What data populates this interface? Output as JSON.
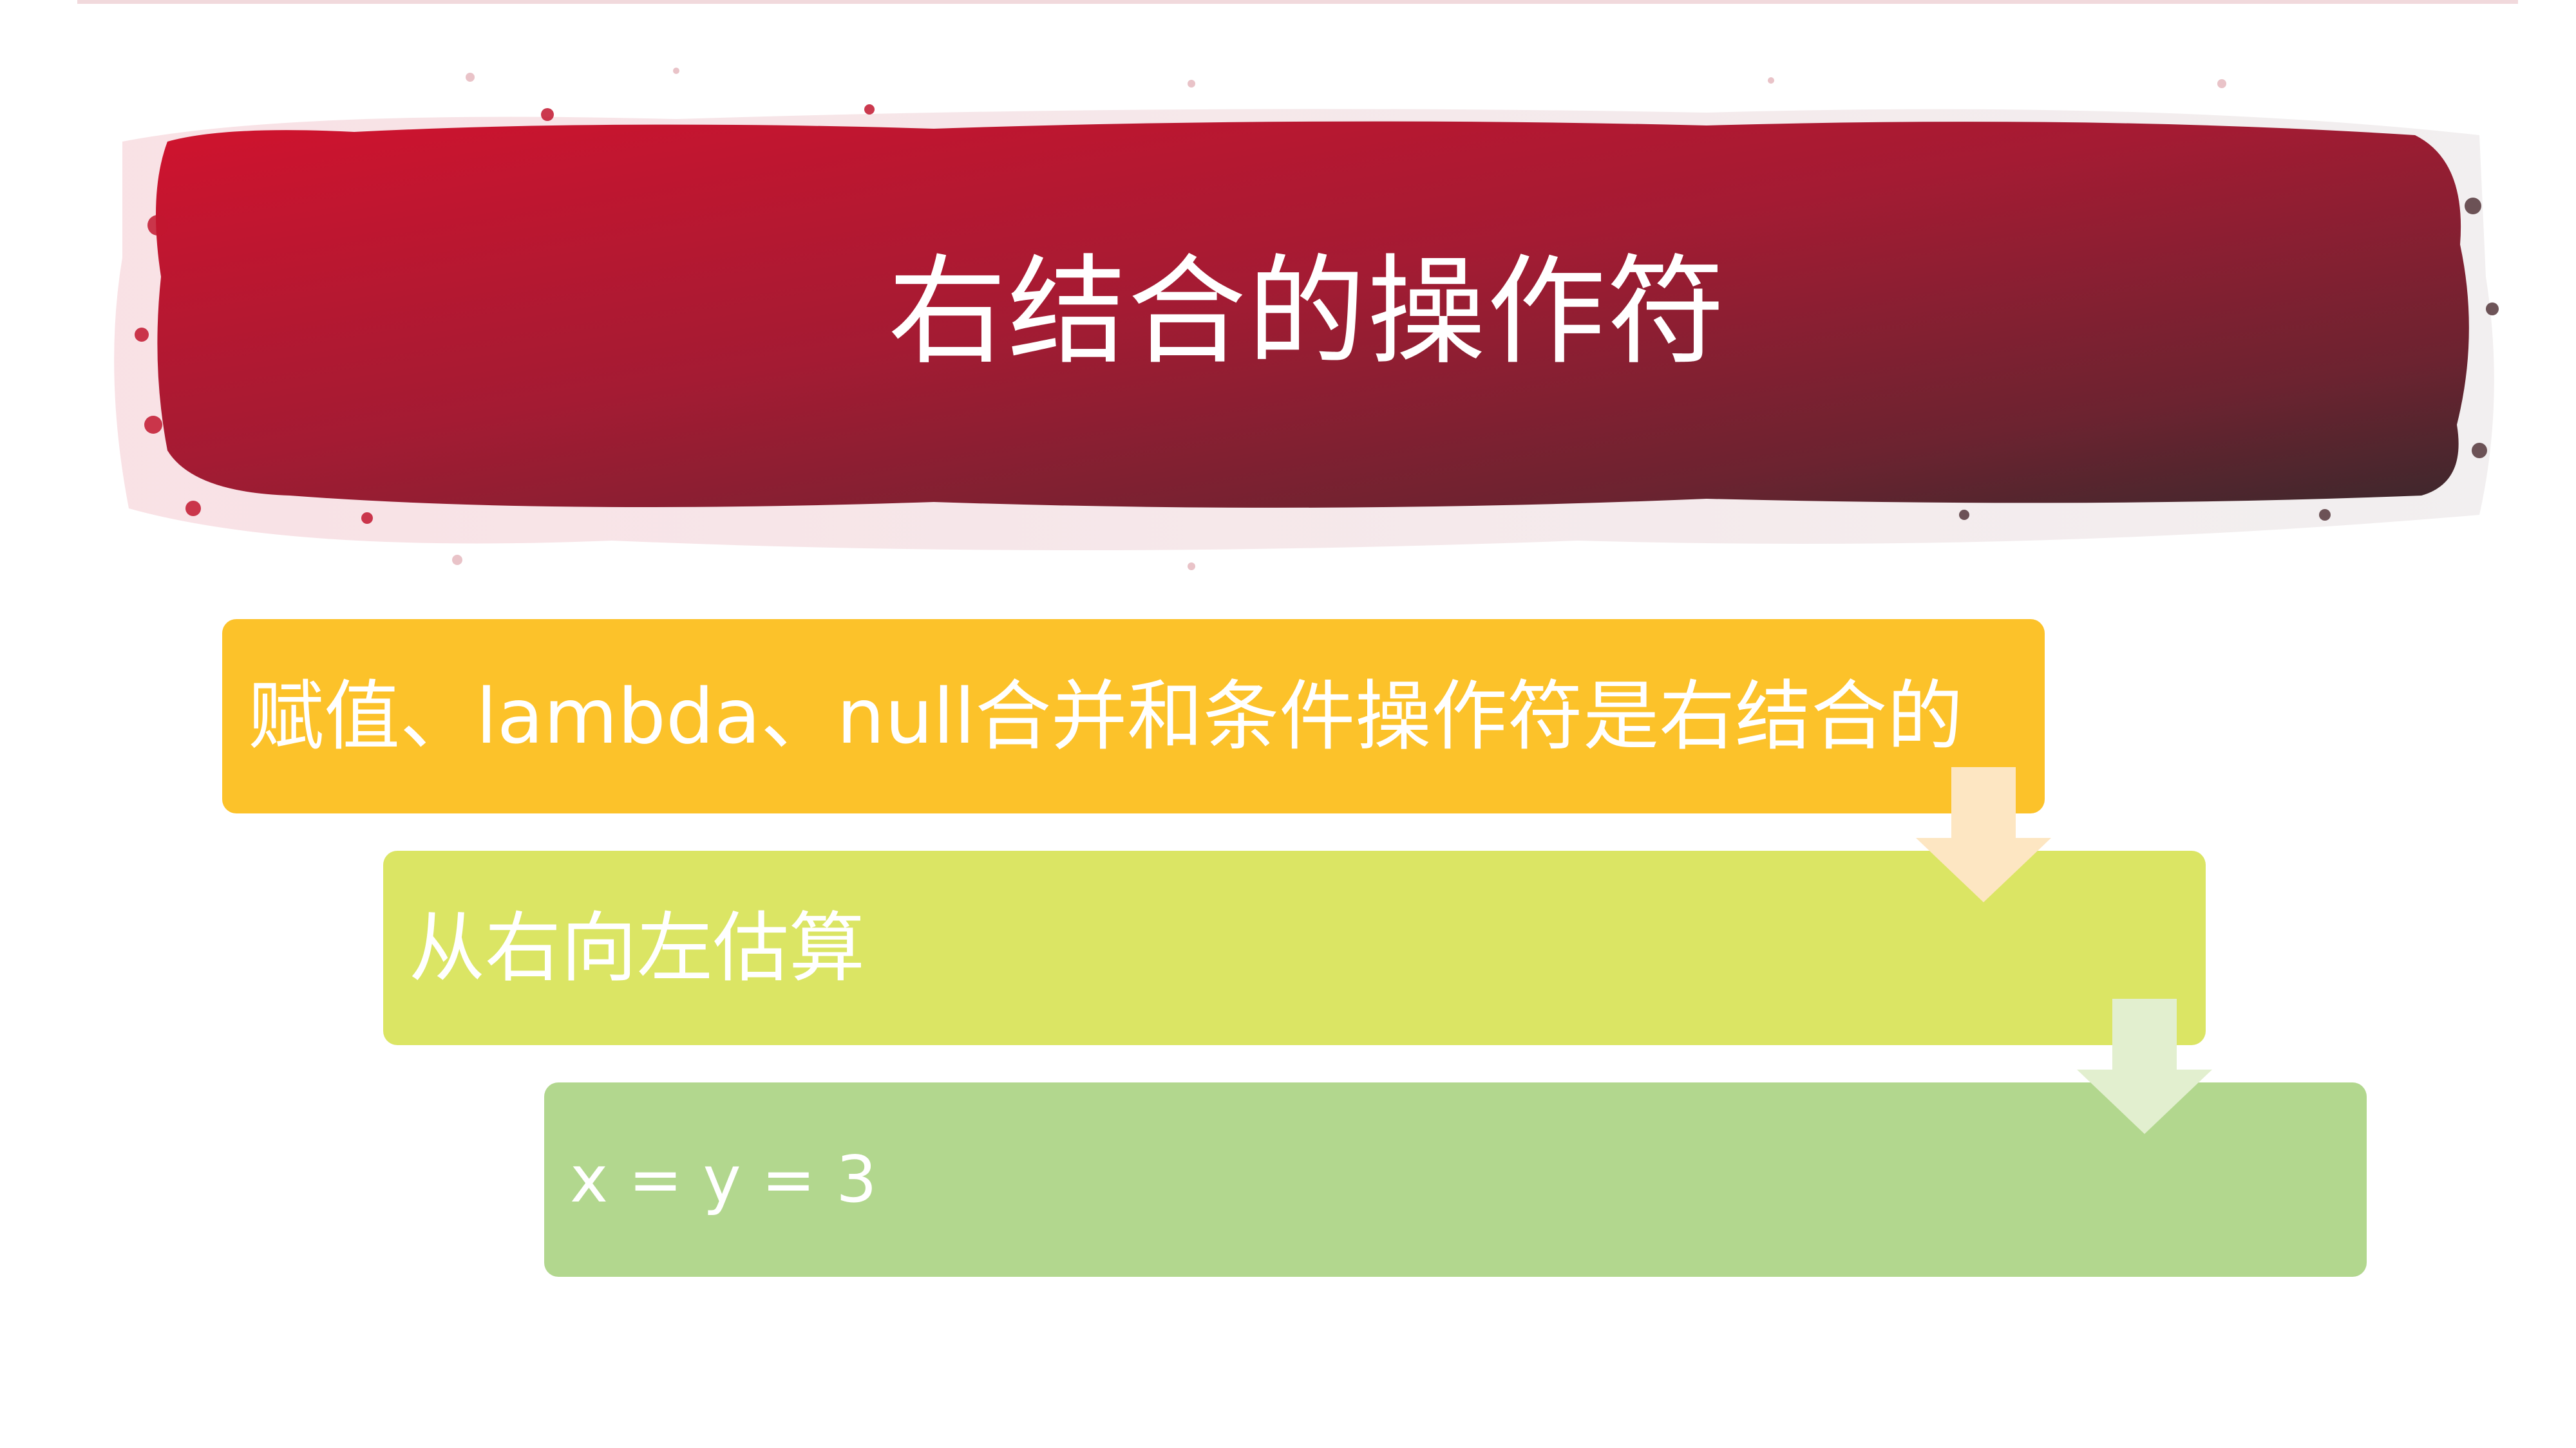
{
  "slide": {
    "title": "右结合的操作符",
    "colors": {
      "banner_start": "#d0132e",
      "banner_end": "#3b282c",
      "step_1": "#fcc22a",
      "step_2": "#dbe564",
      "step_3": "#b2d78e",
      "arrow_1": "#fde6c2",
      "arrow_2": "#e2efcf"
    },
    "steps": [
      {
        "label": "赋值、lambda、null合并和条件操作符是右结合的",
        "icon": "down-arrow-icon"
      },
      {
        "label": "从右向左估算",
        "icon": "down-arrow-icon"
      },
      {
        "label": "x = y = 3"
      }
    ]
  }
}
